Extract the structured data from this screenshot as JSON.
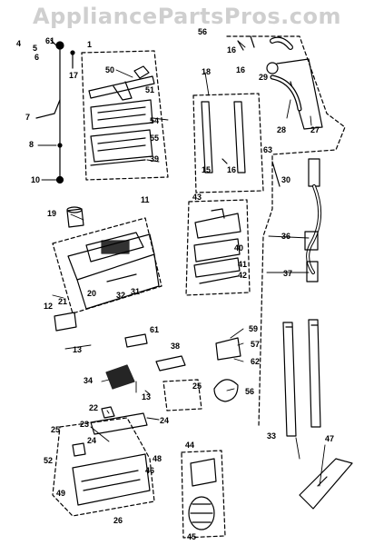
{
  "watermark": "AppliancePartsPros.com",
  "labels": {
    "l1": "1",
    "l4": "4",
    "l5": "5",
    "l6": "6",
    "l61a": "61",
    "l17": "17",
    "l7": "7",
    "l8": "8",
    "l10": "10",
    "l50": "50",
    "l51": "51",
    "l54": "54",
    "l55": "55",
    "l39": "39",
    "l56top": "56",
    "l16a": "16",
    "l16b": "16",
    "l29": "29",
    "l28": "28",
    "l27": "27",
    "l18": "18",
    "l15": "15",
    "l16c": "16",
    "l63": "63",
    "l30": "30",
    "l43": "43",
    "l40": "40",
    "l41": "41",
    "l42": "42",
    "l19": "19",
    "l11": "11",
    "l20": "20",
    "l12": "12",
    "l21": "21",
    "l32": "32",
    "l31": "31",
    "l13": "13",
    "l36": "36",
    "l37": "37",
    "l61b": "61",
    "l38": "38",
    "l59": "59",
    "l57": "57",
    "l62": "62",
    "l34": "34",
    "l13b": "13",
    "l25a": "25",
    "l56b": "56",
    "l22": "22",
    "l23": "23",
    "l24a": "24",
    "l24b": "24",
    "l25b": "25",
    "l52": "52",
    "l48": "48",
    "l46": "46",
    "l49": "49",
    "l26": "26",
    "l44": "44",
    "l45": "45",
    "l33": "33",
    "l47": "47"
  }
}
